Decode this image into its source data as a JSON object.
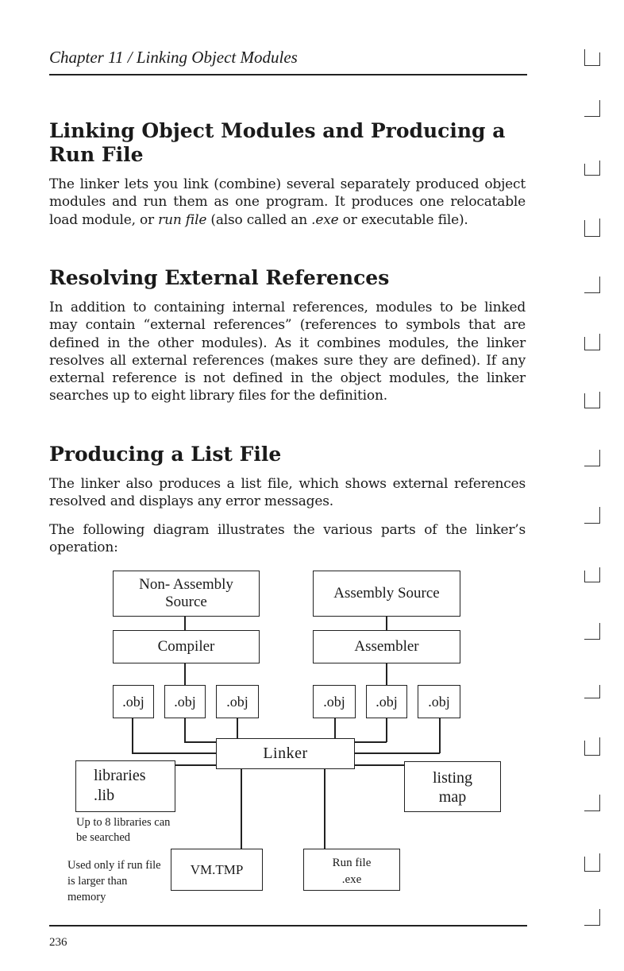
{
  "header": {
    "running_head": "Chapter 11 / Linking Object Modules"
  },
  "sections": [
    {
      "heading": "Linking Object Modules and Producing a Run File",
      "paragraphs": [
        [
          "The linker lets you link (combine) several separately produced object modules and run them as one program. It produces one relocatable load module, or ",
          "run file",
          " (also called an ",
          ".exe",
          " or execut­able file)."
        ]
      ]
    },
    {
      "heading": "Resolving External References",
      "paragraphs": [
        [
          "In addition to containing internal references, modules to be linked may contain “external references” (references to symbols that are defined in the other modules). As it combines modules, the linker resolves all external references (makes sure they are defined). If any external reference is not defined in the object modules, the linker searches up to eight library files for the definition."
        ]
      ]
    },
    {
      "heading": "Producing a List File",
      "paragraphs": [
        [
          "The linker also produces a list file, which shows external refer­ences resolved and displays any error messages."
        ],
        [
          "The following diagram illustrates the various parts of the link­er’s operation:"
        ]
      ]
    }
  ],
  "diagram": {
    "non_assembly_source": "Non- Assembly Source",
    "assembly_source": "Assembly Source",
    "compiler": "Compiler",
    "assembler": "Assembler",
    "obj": ".obj",
    "linker": "Linker",
    "libraries": "libraries",
    "lib": ".lib",
    "libraries_note": "Up to 8 libraries can be searched",
    "listing": "listing",
    "map": "map",
    "vmtmp_note": "Used only if run file is larger than memory",
    "vmtmp": "VM.TMP",
    "run_file": "Run file",
    "exe": ".exe"
  },
  "footer": {
    "page_number": "236"
  }
}
